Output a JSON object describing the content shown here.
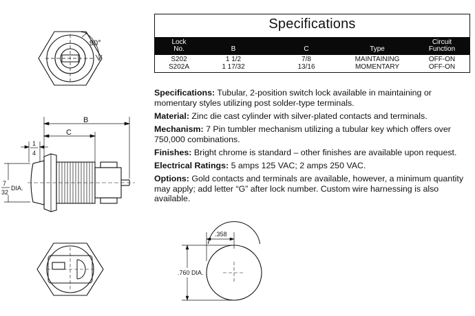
{
  "spec_table": {
    "title": "Specifications",
    "headers": [
      {
        "line1": "Lock",
        "line2": "No."
      },
      {
        "line1": "",
        "line2": "B"
      },
      {
        "line1": "",
        "line2": "C"
      },
      {
        "line1": "",
        "line2": "Type"
      },
      {
        "line1": "Circuit",
        "line2": "Function"
      }
    ],
    "rows": [
      {
        "lock": "S202",
        "b": "1 1/2",
        "c": "7/8",
        "type": "MAINTAINING",
        "circuit": "OFF-ON"
      },
      {
        "lock": "S202A",
        "b": "1 17/32",
        "c": "13/16",
        "type": "MOMENTARY",
        "circuit": "OFF-ON"
      }
    ]
  },
  "paragraphs": [
    {
      "label": "Specifications:",
      "text": "Tubular, 2-position switch lock available in maintaining or momentary styles utilizing post solder-type terminals."
    },
    {
      "label": "Material:",
      "text": "Zinc die cast cylinder with silver-plated contacts and terminals."
    },
    {
      "label": "Mechanism:",
      "text": "7 Pin tumbler mechanism utilizing a tubular key which offers over 750,000 combinations."
    },
    {
      "label": "Finishes:",
      "text": "Bright chrome is standard – other finishes are available upon request."
    },
    {
      "label": "Electrical Ratings:",
      "text": "5 amps 125 VAC; 2 amps 250 VAC."
    },
    {
      "label": "Options:",
      "text": "Gold contacts and terminals are available, however, a minimum quantity may apply; add letter “G” after lock number. Custom wire harnessing is also available."
    }
  ],
  "drawing_labels": {
    "angle": "90°",
    "b": "B",
    "c": "C",
    "quarter_num": "1",
    "quarter_den": "4",
    "dia_num": "7",
    "dia_den": "32",
    "dia_suffix": "DIA.",
    "cutout_width": ".358",
    "cutout_dia": ".760 DIA."
  }
}
